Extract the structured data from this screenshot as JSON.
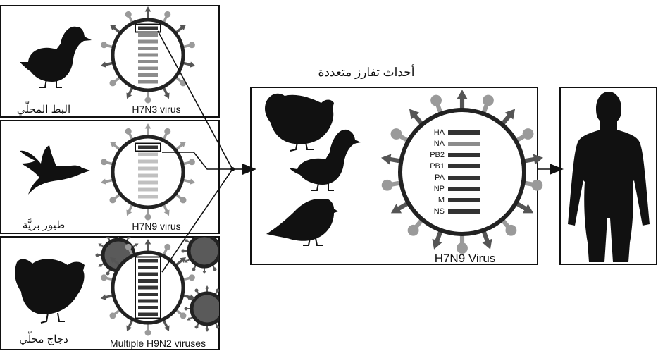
{
  "panels": [
    {
      "bird_label": "البط المحلّي",
      "virus_label": "H7N3 virus"
    },
    {
      "bird_label": "طيور بريَّة",
      "virus_label": "H7N9 virus"
    },
    {
      "bird_label": "دجاج محلّي",
      "virus_label": "Multiple H9N2 viruses"
    }
  ],
  "reassortment_label": "أحداث تفارز متعددة",
  "result_virus_label": "H7N9 Virus",
  "segments": [
    "HA",
    "NA",
    "PB2",
    "PB1",
    "PA",
    "NP",
    "M",
    "NS"
  ],
  "colors": {
    "dark": "#333333",
    "mid_gray": "#8c8c8c",
    "light_gray": "#c0c0c0",
    "spike_dark": "#555555",
    "spike_light": "#9a9a9a",
    "background_virus": "#5a5a5a"
  }
}
